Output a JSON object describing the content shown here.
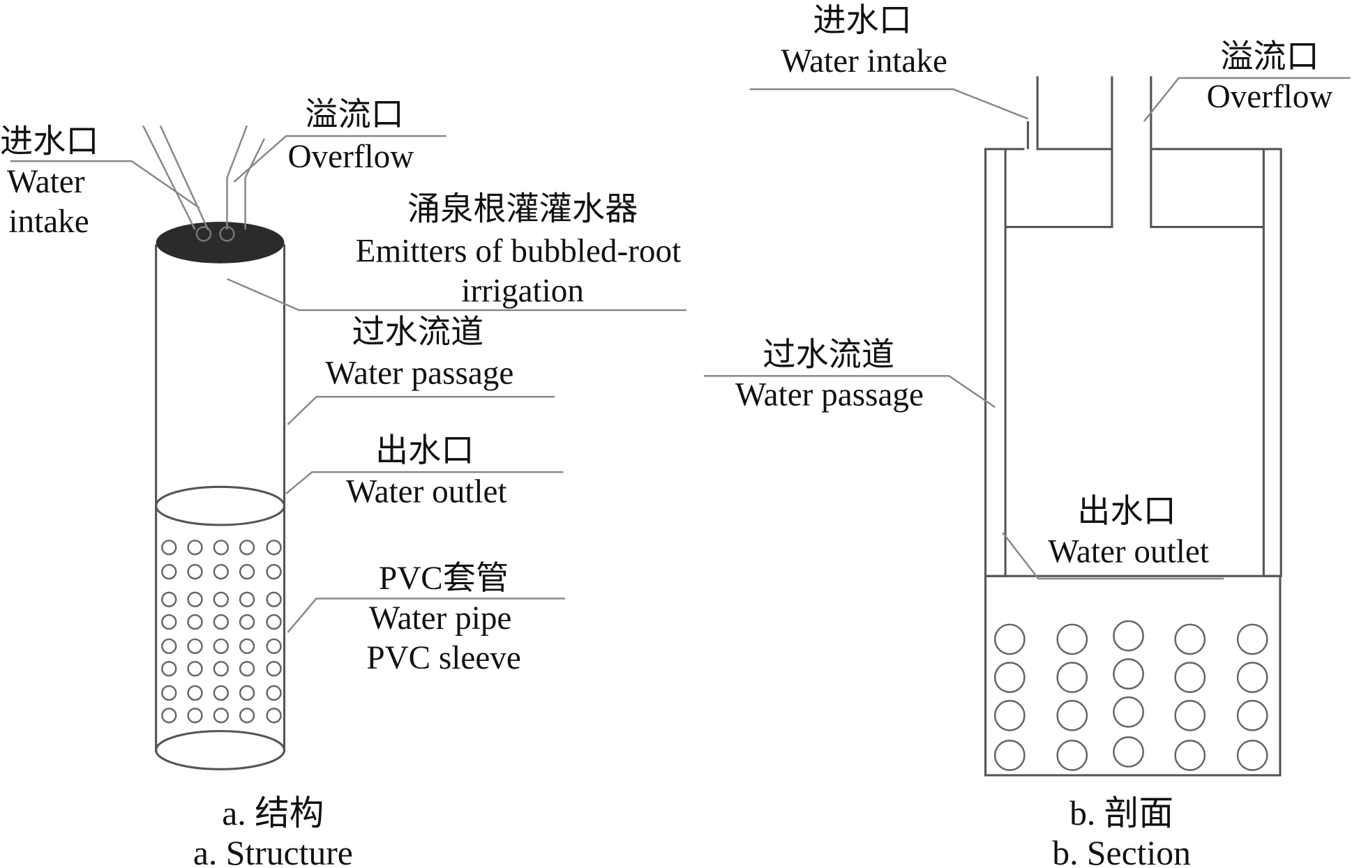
{
  "figure_a": {
    "water_intake_zh": "进水口",
    "water_intake_en_1": "Water",
    "water_intake_en_2": "intake",
    "overflow_zh": "溢流口",
    "overflow_en": "Overflow",
    "emitters_zh": "涌泉根灌灌水器",
    "emitters_en_1": "Emitters of bubbled-root",
    "emitters_en_2": "irrigation",
    "passage_zh": "过水流道",
    "passage_en": "Water passage",
    "outlet_zh": "出水口",
    "outlet_en": "Water outlet",
    "pipe_zh": "PVC套管",
    "pipe_en_1": "Water pipe",
    "pipe_en_2": "PVC sleeve",
    "caption_zh": "a. 结构",
    "caption_en": "a. Structure"
  },
  "figure_b": {
    "water_intake_zh": "进水口",
    "water_intake_en": "Water intake",
    "overflow_zh": "溢流口",
    "overflow_en": "Overflow",
    "passage_zh": "过水流道",
    "passage_en": "Water passage",
    "outlet_zh": "出水口",
    "outlet_en": "Water outlet",
    "caption_zh": "b. 剖面",
    "caption_en": "b. Section"
  }
}
